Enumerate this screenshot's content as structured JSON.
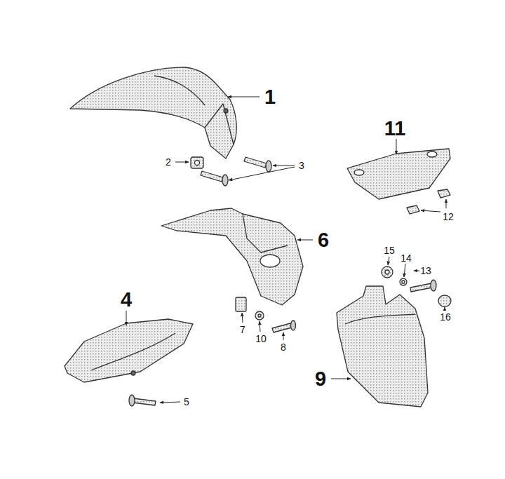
{
  "diagram": {
    "labels": [
      "1",
      "2",
      "3",
      "11",
      "12",
      "6",
      "15",
      "14",
      "13",
      "16",
      "4",
      "7",
      "10",
      "8",
      "9",
      "5"
    ]
  }
}
